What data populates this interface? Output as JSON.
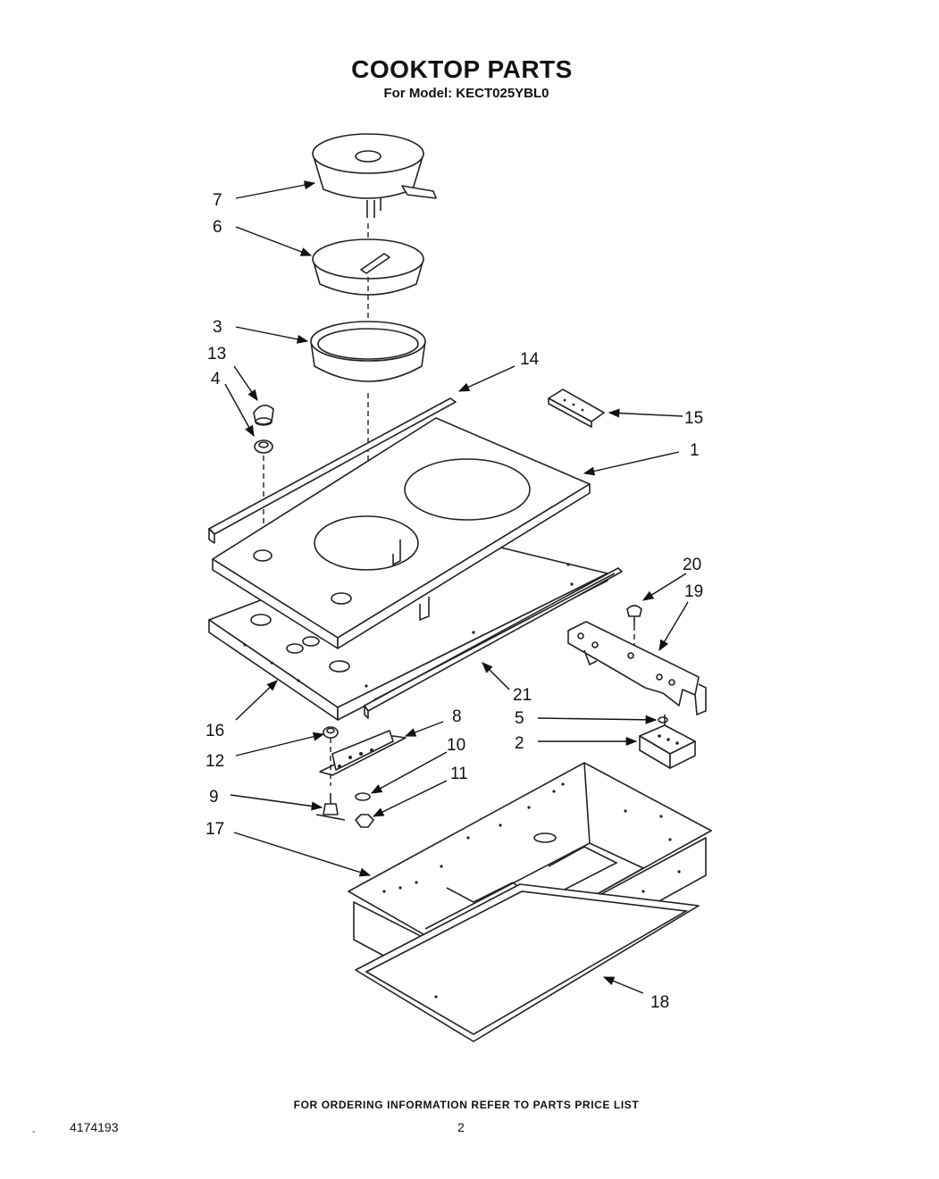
{
  "header": {
    "title": "COOKTOP PARTS",
    "subtitle": "For Model: KECT025YBL0"
  },
  "callouts": {
    "1": "1",
    "2": "2",
    "3": "3",
    "4": "4",
    "5": "5",
    "6": "6",
    "7": "7",
    "8": "8",
    "9": "9",
    "10": "10",
    "11": "11",
    "12": "12",
    "13": "13",
    "14": "14",
    "15": "15",
    "16": "16",
    "17": "17",
    "18": "18",
    "19": "19",
    "20": "20",
    "21": "21"
  },
  "footer": {
    "note": "FOR ORDERING INFORMATION REFER TO PARTS PRICE LIST",
    "doc_number": "4174193",
    "page_number": "2",
    "mark": "-"
  }
}
